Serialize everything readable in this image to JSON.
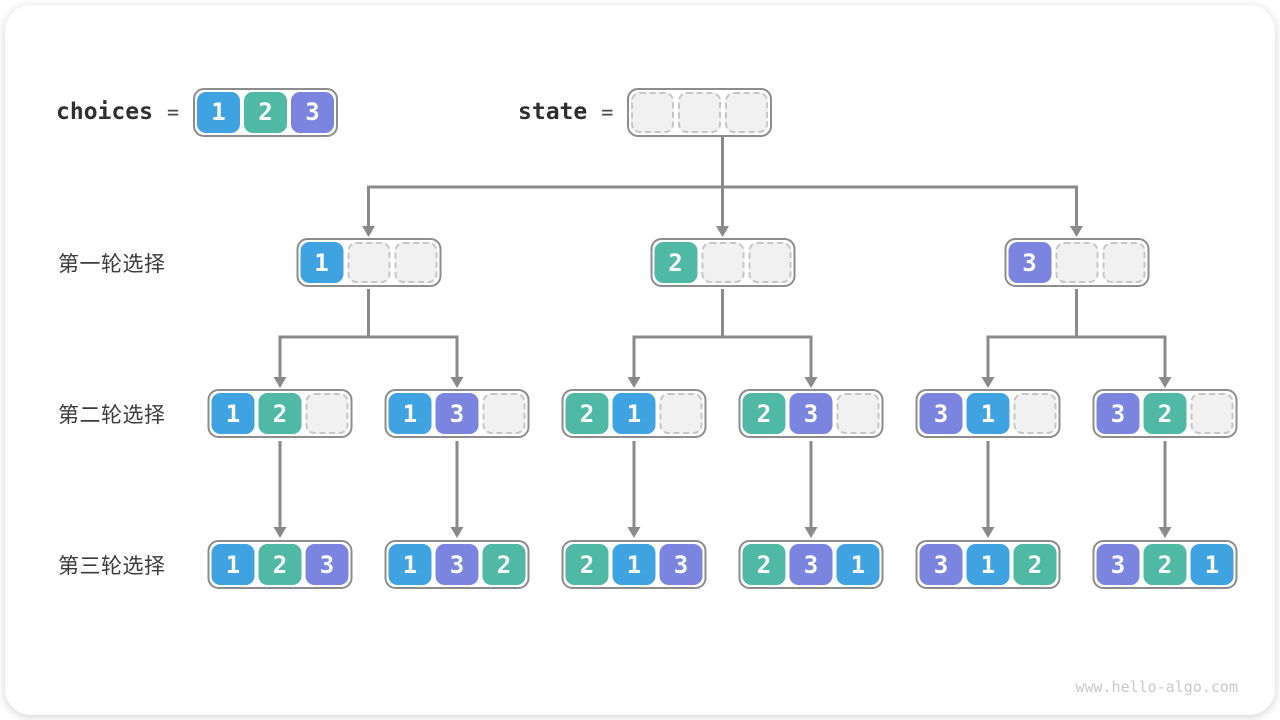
{
  "title_row": {
    "choices_label": "choices",
    "choices_equals": "=",
    "choices_values": [
      "1",
      "2",
      "3"
    ],
    "state_label": "state",
    "state_equals": "=",
    "state_empty_slots": 3
  },
  "rows": [
    {
      "label": "第一轮选择",
      "nodes": [
        [
          "1",
          "",
          ""
        ],
        [
          "2",
          "",
          ""
        ],
        [
          "3",
          "",
          ""
        ]
      ]
    },
    {
      "label": "第二轮选择",
      "nodes": [
        [
          "1",
          "2",
          ""
        ],
        [
          "1",
          "3",
          ""
        ],
        [
          "2",
          "1",
          ""
        ],
        [
          "2",
          "3",
          ""
        ],
        [
          "3",
          "1",
          ""
        ],
        [
          "3",
          "2",
          ""
        ]
      ]
    },
    {
      "label": "第三轮选择",
      "nodes": [
        [
          "1",
          "2",
          "3"
        ],
        [
          "1",
          "3",
          "2"
        ],
        [
          "2",
          "1",
          "3"
        ],
        [
          "2",
          "3",
          "1"
        ],
        [
          "3",
          "1",
          "2"
        ],
        [
          "3",
          "2",
          "1"
        ]
      ]
    }
  ],
  "colors": {
    "value_1": "#3FA3E2",
    "value_2": "#4FB9A5",
    "value_3": "#7B85E0",
    "empty_fill": "#F1F1F1",
    "empty_dash": "#C6C6C6",
    "box_border": "#8D8D8D",
    "arrow": "#8A8A8A"
  },
  "watermark": "www.hello-algo.com"
}
